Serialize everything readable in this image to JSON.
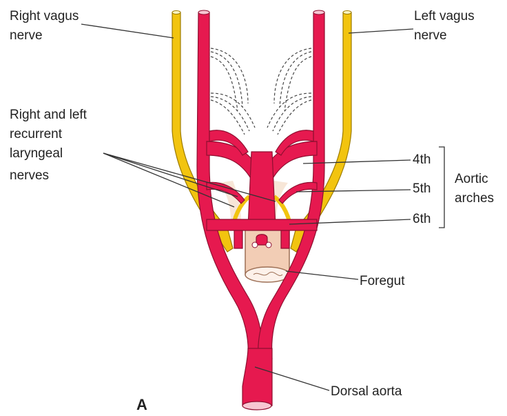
{
  "labels": {
    "right_vagus_line1": "Right vagus",
    "right_vagus_line2": "nerve",
    "left_vagus_line1": "Left vagus",
    "left_vagus_line2": "nerve",
    "recurrent_line1": "Right and left",
    "recurrent_line2": "recurrent",
    "recurrent_line3": "laryngeal",
    "recurrent_line4": "nerves",
    "arch_4": "4th",
    "arch_5": "5th",
    "arch_6": "6th",
    "aortic_line1": "Aortic",
    "aortic_line2": "arches",
    "foregut": "Foregut",
    "dorsal_aorta": "Dorsal aorta",
    "panel": "A"
  },
  "colors": {
    "artery": "#e6194f",
    "artery_outline": "#8e0f30",
    "nerve": "#f2c40f",
    "nerve_outline": "#9b7a00",
    "foregut": "#f2cdb5",
    "foregut_outline": "#9c6f55",
    "leader_line": "#333333"
  }
}
